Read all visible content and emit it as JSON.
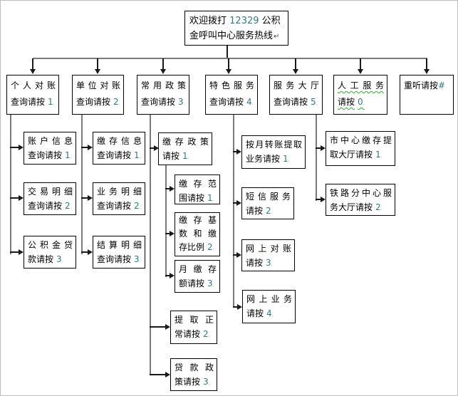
{
  "marks": {
    "after_key": ".",
    "return_mark": "↵"
  },
  "palette": {
    "key_number": "#2e7c7c",
    "box_border": "#000000",
    "connector_gray": "#7a7a7a",
    "arrow_black": "#1a1a1a",
    "misspell_underline": "#2bb02b"
  },
  "root": {
    "pre": "欢迎拨打",
    "hotline_number": "12329",
    "post": "公积金呼叫中心服务热线"
  },
  "level2": [
    {
      "lines": [
        "个人对账",
        "查询请按"
      ],
      "key": "1"
    },
    {
      "lines": [
        "单位对账",
        "查询请按"
      ],
      "key": "2"
    },
    {
      "lines": [
        "常用政策",
        "查询请按"
      ],
      "key": "3"
    },
    {
      "lines": [
        "特色服务",
        "查询请按"
      ],
      "key": "4"
    },
    {
      "lines": [
        "服务大厅",
        "查询请按"
      ],
      "key": "5"
    },
    {
      "lines": [
        "人工服务",
        "请按"
      ],
      "key": "0"
    },
    {
      "lines": [
        "重听请按"
      ],
      "key": "#"
    }
  ],
  "personal": [
    {
      "lines": [
        "账户信息",
        "查询请按"
      ],
      "key": "1"
    },
    {
      "lines": [
        "交易明细",
        "查询请按"
      ],
      "key": "2"
    },
    {
      "lines": [
        "公积金贷",
        "款请按"
      ],
      "key": "3"
    }
  ],
  "unit": [
    {
      "lines": [
        "缴存信息",
        "查询请按"
      ],
      "key": "1"
    },
    {
      "lines": [
        "业务明细",
        "查询请按"
      ],
      "key": "2"
    },
    {
      "lines": [
        "结算明细",
        "查询请按"
      ],
      "key": "3"
    }
  ],
  "policy": {
    "deposit_policy": {
      "lines": [
        "缴存政策",
        "请按"
      ],
      "key": "1"
    },
    "subs": [
      {
        "lines": [
          "缴存范",
          "围请按"
        ],
        "key": "1"
      },
      {
        "lines": [
          "缴存基",
          "数和缴",
          "存比例"
        ],
        "key": "2"
      },
      {
        "lines": [
          "月缴存",
          "额请按"
        ],
        "key": "3"
      }
    ],
    "withdraw": {
      "lines": [
        "提取正",
        "常请按"
      ],
      "key": "2"
    },
    "loan": {
      "lines": [
        "贷款政",
        "策请按"
      ],
      "key": "3"
    }
  },
  "special": [
    {
      "lines": [
        "按月转账提取",
        "业务请按"
      ],
      "key": "1"
    },
    {
      "lines": [
        "短信服务",
        "请按"
      ],
      "key": "2"
    },
    {
      "lines": [
        "网上对账",
        "请按"
      ],
      "key": "3"
    },
    {
      "lines": [
        "网上业务",
        "请按"
      ],
      "key": "4"
    }
  ],
  "hall": [
    {
      "lines": [
        "市中心缴存提",
        "取大厅请按"
      ],
      "key": "1"
    },
    {
      "lines": [
        "铁路分中心服",
        "务大厅请按"
      ],
      "key": "2"
    }
  ]
}
